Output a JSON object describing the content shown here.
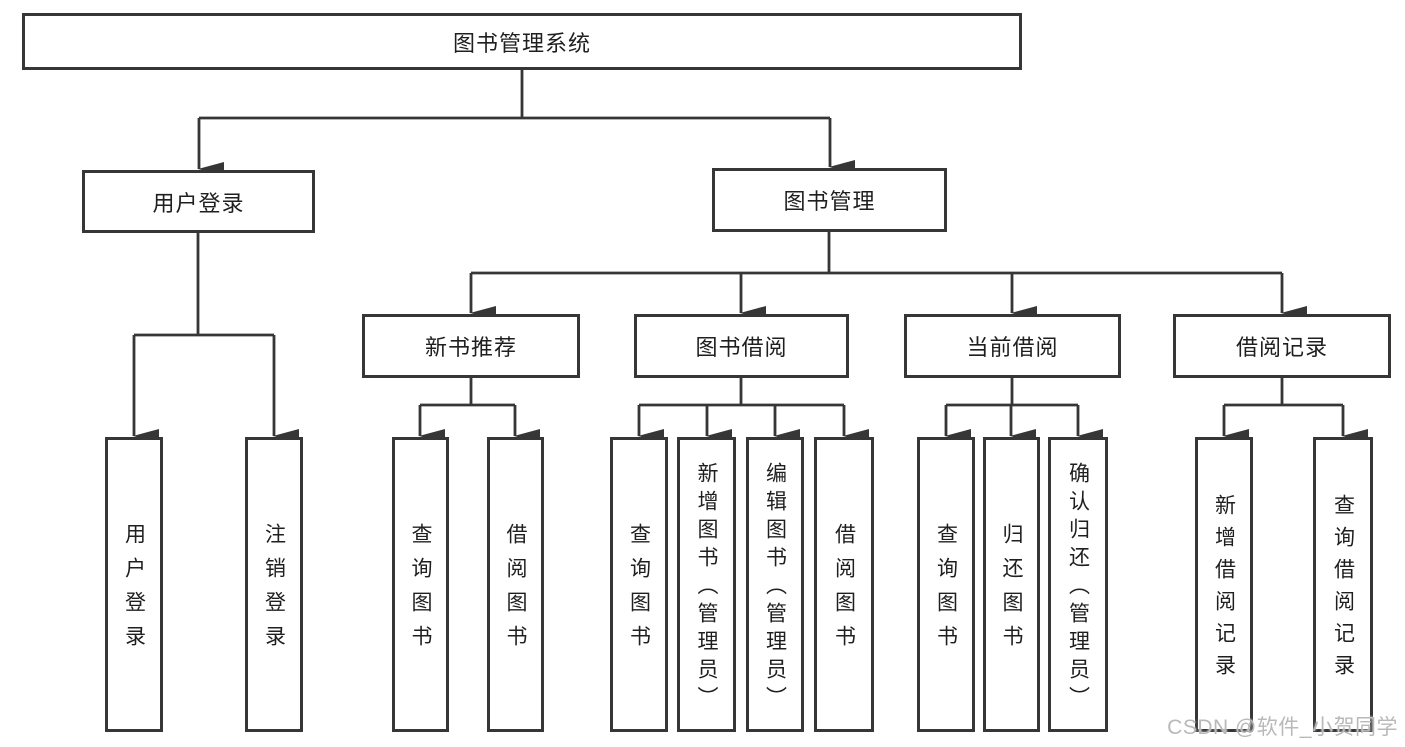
{
  "diagram_title": "图书管理系统",
  "colors": {
    "line": "#363636",
    "text": "#1f1f1f",
    "background": "#ffffff",
    "watermark": "#b9b9b9"
  },
  "tree": {
    "root": "图书管理系统",
    "branches": [
      {
        "label": "用户登录",
        "children": [
          "用户登录",
          "注销登录"
        ]
      },
      {
        "label": "图书管理",
        "groups": [
          {
            "label": "新书推荐",
            "children": [
              "查询图书",
              "借阅图书"
            ]
          },
          {
            "label": "图书借阅",
            "children": [
              "查询图书",
              "新增图书（管理员）",
              "编辑图书（管理员）",
              "借阅图书"
            ]
          },
          {
            "label": "当前借阅",
            "children": [
              "查询图书",
              "归还图书",
              "确认归还（管理员）"
            ]
          },
          {
            "label": "借阅记录",
            "children": [
              "新增借阅记录",
              "查询借阅记录"
            ]
          }
        ]
      }
    ]
  },
  "watermark": "CSDN @软件_小贺同学"
}
